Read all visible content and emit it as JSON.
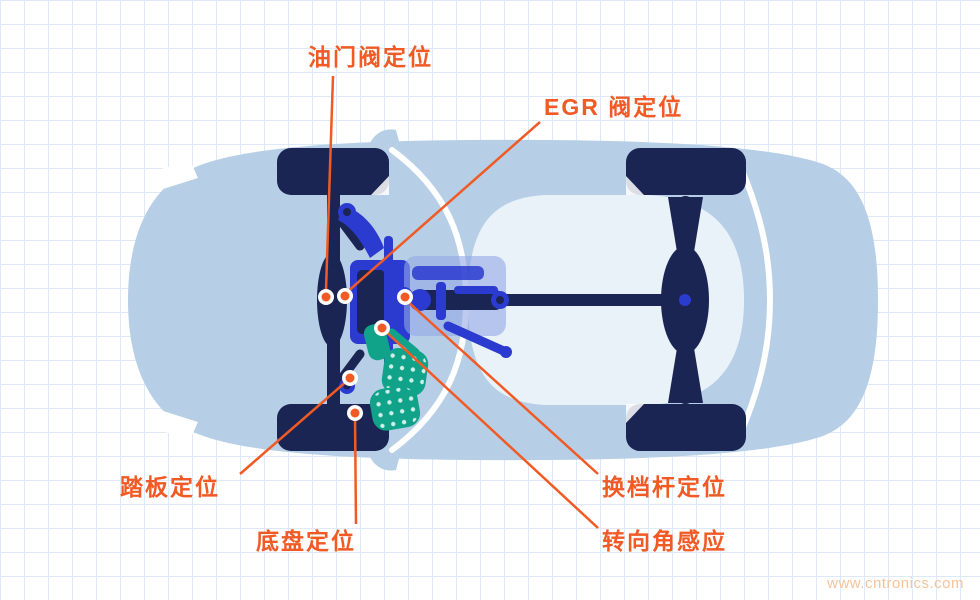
{
  "diagram": {
    "callouts": [
      {
        "id": "throttle-valve",
        "label": "油门阀定位"
      },
      {
        "id": "egr-valve",
        "label": "EGR 阀定位"
      },
      {
        "id": "pedal",
        "label": "踏板定位"
      },
      {
        "id": "chassis",
        "label": "底盘定位"
      },
      {
        "id": "gear-lever",
        "label": "换档杆定位"
      },
      {
        "id": "steering-angle",
        "label": "转向角感应"
      }
    ],
    "watermark": "www.cntronics.com",
    "colors": {
      "label_orange": "#F15A24",
      "car_body_blue": "#B6CFE6",
      "chassis_navy": "#1B2553",
      "component_blue": "#2B3BD0",
      "component_teal": "#10A38A",
      "grid_line": "#DDE9F6",
      "watermark_text": "#F3C49B"
    }
  }
}
